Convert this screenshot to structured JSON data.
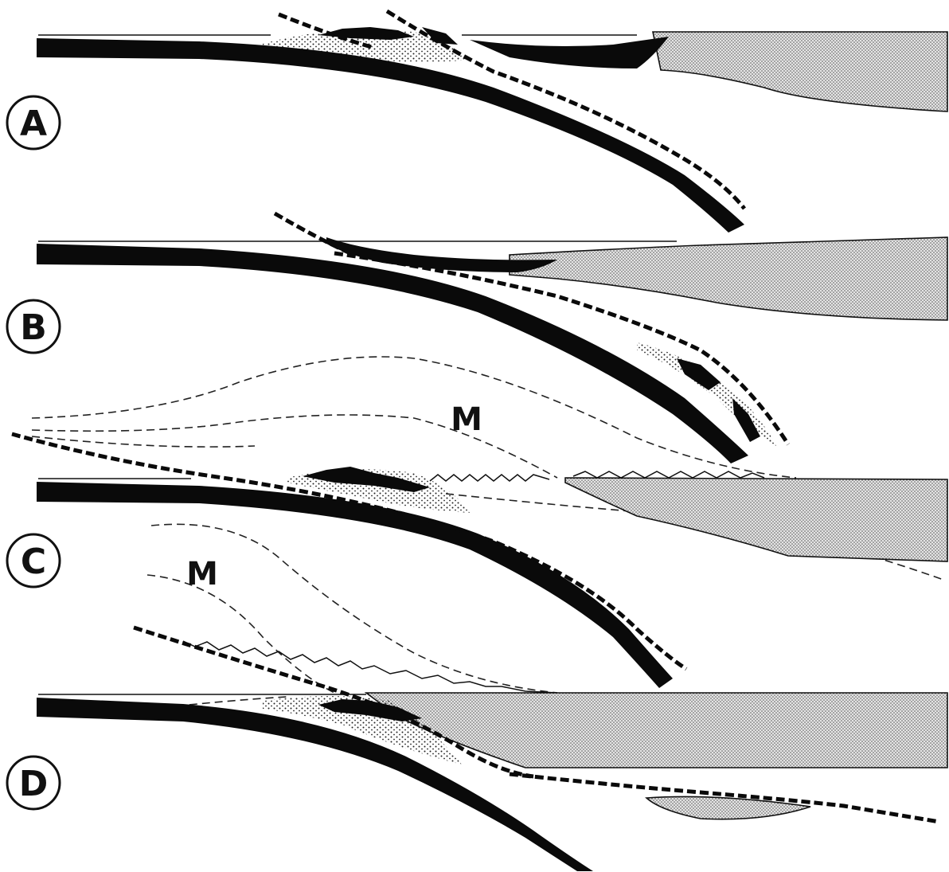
{
  "panels": [
    {
      "label": "A"
    },
    {
      "label": "B"
    },
    {
      "label": "C"
    },
    {
      "label": "D"
    }
  ],
  "markers": [
    {
      "label": "M"
    },
    {
      "label": "M"
    }
  ],
  "colors": {
    "ink": "#0a0a0a",
    "stipple": "#999999",
    "background": "#ffffff"
  }
}
